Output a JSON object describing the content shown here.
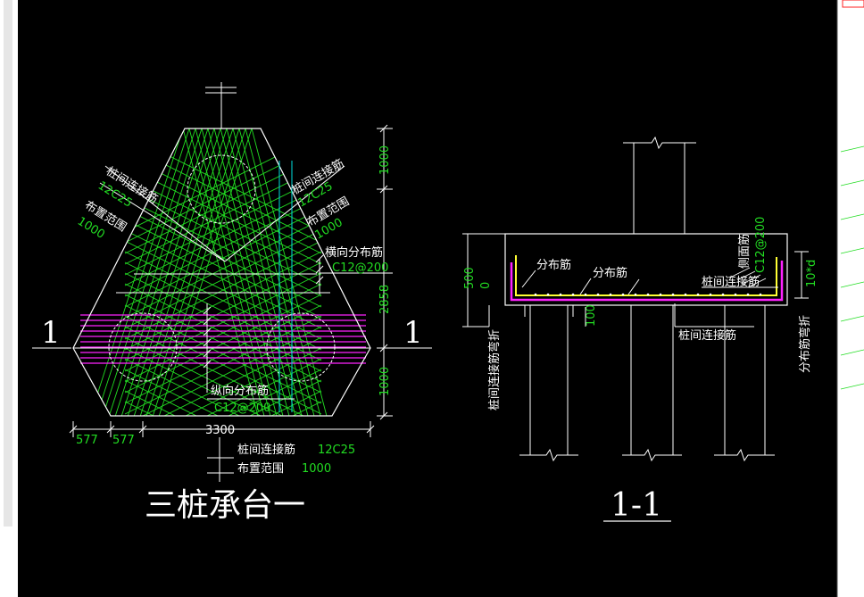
{
  "drawing": {
    "plan": {
      "title": "三桩承台一",
      "section_mark": "1",
      "left_strip": {
        "label1": "桩间连接筋",
        "value1": "12C25",
        "label2": "布置范围",
        "value2": "1000"
      },
      "right_strip": {
        "label1": "桩间连接筋",
        "value1": "12C25",
        "label2": "布置范围",
        "value2": "1000"
      },
      "bottom_strip": {
        "label1": "桩间连接筋",
        "value1": "12C25",
        "label2": "布置范围",
        "value2": "1000"
      },
      "transverse": {
        "label": "横向分布筋",
        "value": "C12@200"
      },
      "longitudinal": {
        "label": "纵向分布筋",
        "value": "C12@200"
      },
      "dims_right": [
        "1000",
        "2858",
        "1000"
      ],
      "dims_bottom": {
        "a": "577",
        "b": "577",
        "total": "3300"
      }
    },
    "section": {
      "title": "1-1",
      "label_dist1": "分布筋",
      "label_dist2": "分布筋",
      "label_side": "侧面筋",
      "label_side_val": "C12@200",
      "label_link": "桩间连接筋",
      "label_link2": "桩间连接筋",
      "left_vertical": "桩间连接筋弯折",
      "right_vertical": "分布筋弯折",
      "dim_500": "500",
      "dim_0": "0",
      "dim_100": "100",
      "dim_10d": "10*d"
    }
  },
  "colors": {
    "background": "#000000",
    "line": "#ffffff",
    "rebar_green": "#22dd22",
    "rebar_magenta": "#ff22ff",
    "rebar_yellow": "#ffff00",
    "cyan": "#00e0e0",
    "red": "#ff2020"
  }
}
